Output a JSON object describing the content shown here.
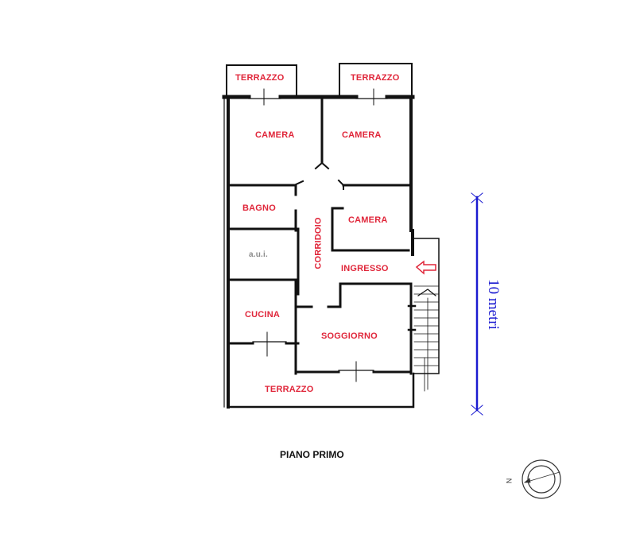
{
  "plan": {
    "title": "PIANO PRIMO",
    "rooms": [
      {
        "id": "terrazzo-nw",
        "label": "TERRAZZO"
      },
      {
        "id": "terrazzo-ne",
        "label": "TERRAZZO"
      },
      {
        "id": "camera-nw",
        "label": "CAMERA"
      },
      {
        "id": "camera-ne",
        "label": "CAMERA"
      },
      {
        "id": "bagno",
        "label": "BAGNO"
      },
      {
        "id": "corridoio",
        "label": "CORRIDOIO"
      },
      {
        "id": "camera-e",
        "label": "CAMERA"
      },
      {
        "id": "aui",
        "label": "a.u.i."
      },
      {
        "id": "ingresso",
        "label": "INGRESSO"
      },
      {
        "id": "cucina",
        "label": "CUCINA"
      },
      {
        "id": "soggiorno",
        "label": "SOGGIORNO"
      },
      {
        "id": "terrazzo-s",
        "label": "TERRAZZO"
      }
    ],
    "scale_bar": {
      "label": "10 metri",
      "color": "#1a1ad0"
    },
    "compass": {
      "label": "N"
    },
    "colors": {
      "room_label": "#e0263a",
      "aui_label": "#8a8a8a",
      "walls": "#111111"
    }
  }
}
